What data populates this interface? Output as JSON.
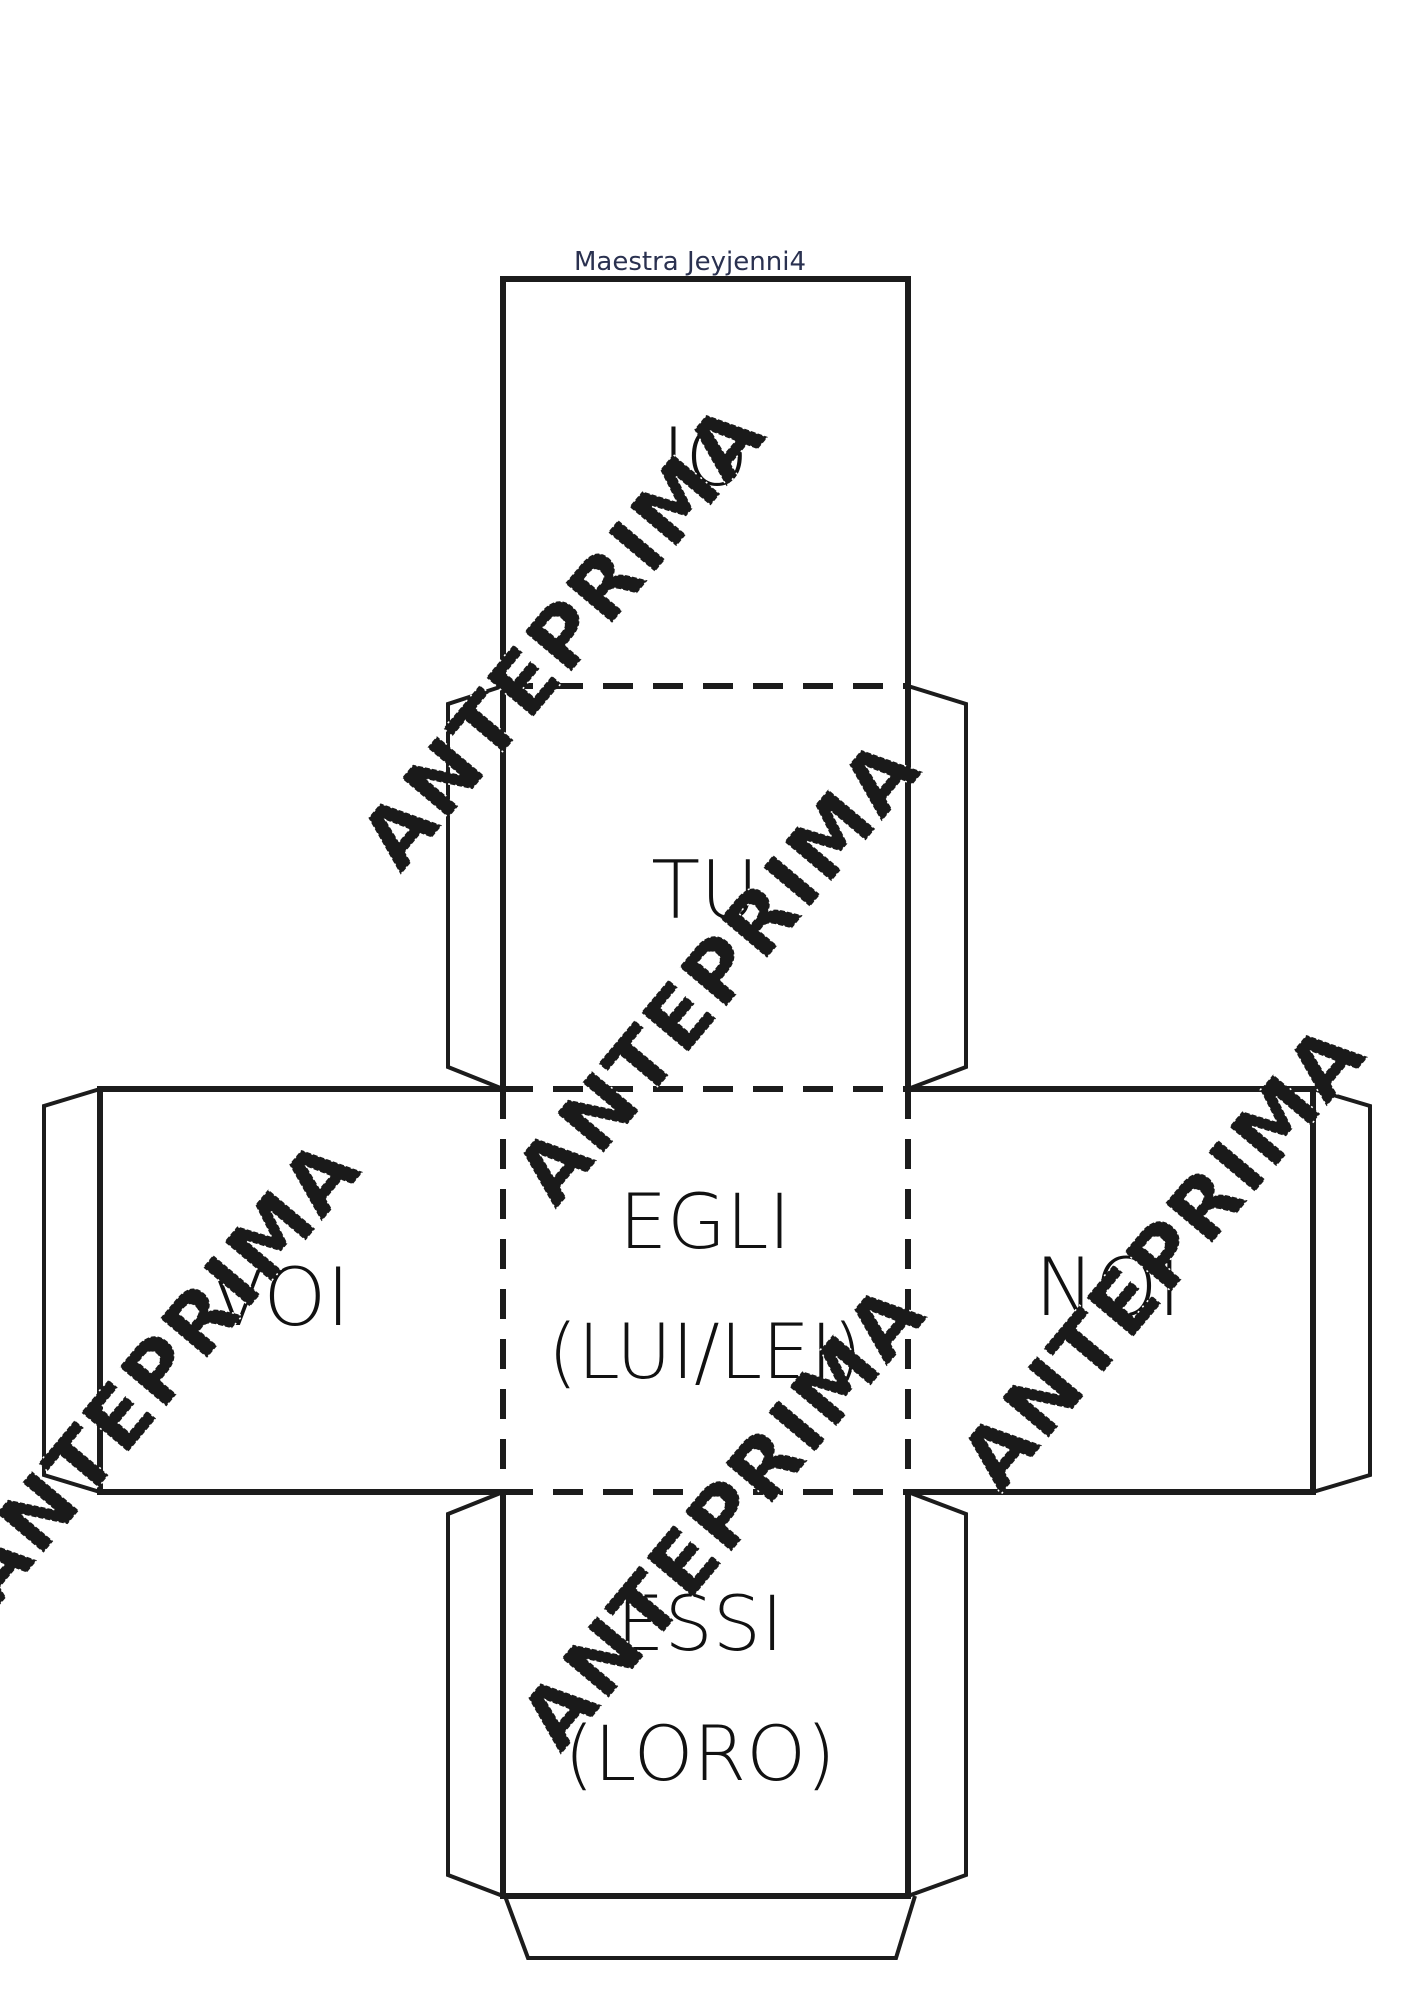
{
  "author": "Maestra Jeyjenni4",
  "faces": {
    "top": "IO",
    "upper": "TU",
    "left": "VOI",
    "center_line1": "EGLI",
    "center_line2": "(LUI/LEI)",
    "right": "NOI",
    "bottom_line1": "ESSI",
    "bottom_line2": "(LORO)"
  },
  "watermark": "ANTEPRIMA"
}
